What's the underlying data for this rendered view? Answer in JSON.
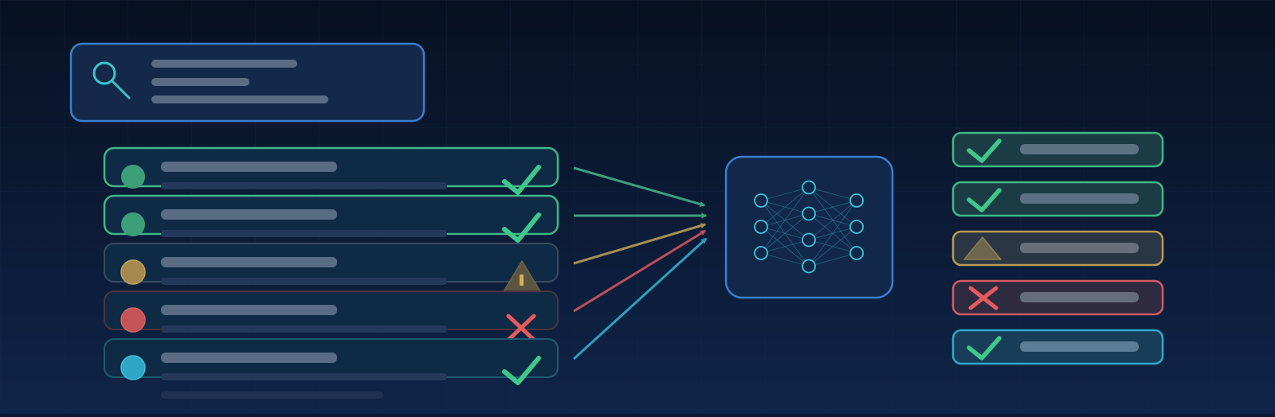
{
  "theme": {
    "background_top": "#071122",
    "background_bottom": "#0f2448",
    "grid": "#1a2c4d",
    "placeholder": "#5a6b86",
    "panel_blue": "#3b7fd1",
    "success": "#3fb888",
    "warning": "#b89a52",
    "error": "#d25c63",
    "info": "#2fa9c8"
  },
  "query_panel": {
    "icon": "search-icon",
    "text_lines": 3
  },
  "candidates": [
    {
      "status": "success",
      "icon": "checkmark-icon"
    },
    {
      "status": "success",
      "icon": "checkmark-icon"
    },
    {
      "status": "warning",
      "icon": "warning-triangle-icon"
    },
    {
      "status": "error",
      "icon": "cross-icon"
    },
    {
      "status": "info",
      "icon": "checkmark-icon"
    }
  ],
  "model": {
    "icon": "neural-network-icon",
    "layers": [
      3,
      4,
      3
    ]
  },
  "results": [
    {
      "status": "success",
      "icon": "checkmark-icon"
    },
    {
      "status": "success",
      "icon": "checkmark-icon"
    },
    {
      "status": "warning",
      "icon": "warning-triangle-icon"
    },
    {
      "status": "error",
      "icon": "cross-icon"
    },
    {
      "status": "info",
      "icon": "checkmark-icon"
    }
  ]
}
